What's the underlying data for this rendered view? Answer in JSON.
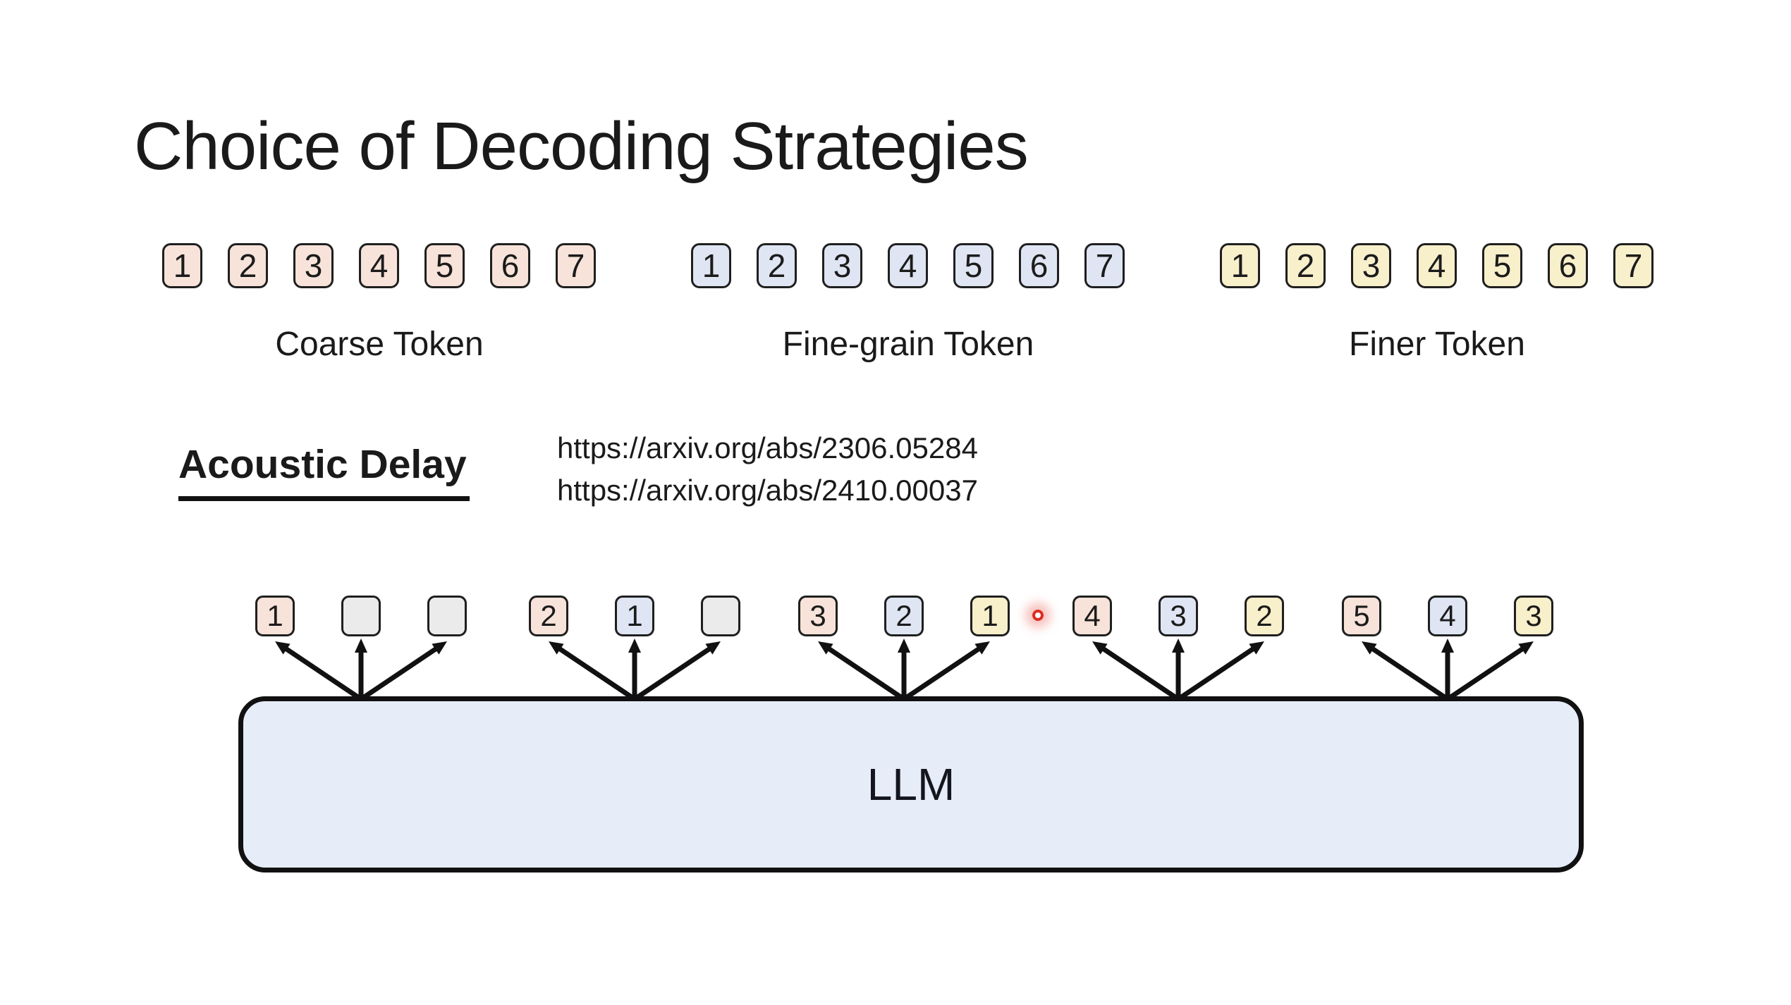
{
  "title": "Choice of Decoding Strategies",
  "token_rows": [
    {
      "label": "Coarse Token",
      "color_key": "coarse",
      "tokens": [
        "1",
        "2",
        "3",
        "4",
        "5",
        "6",
        "7"
      ]
    },
    {
      "label": "Fine-grain Token",
      "color_key": "fine",
      "tokens": [
        "1",
        "2",
        "3",
        "4",
        "5",
        "6",
        "7"
      ]
    },
    {
      "label": "Finer Token",
      "color_key": "finer",
      "tokens": [
        "1",
        "2",
        "3",
        "4",
        "5",
        "6",
        "7"
      ]
    }
  ],
  "acoustic": {
    "heading": "Acoustic Delay",
    "urls": [
      "https://arxiv.org/abs/2306.05284",
      "https://arxiv.org/abs/2410.00037"
    ]
  },
  "diagram": {
    "llm_label": "LLM",
    "groups": [
      {
        "tokens": [
          {
            "value": "1",
            "type": "coarse"
          },
          {
            "value": "",
            "type": "empty"
          },
          {
            "value": "",
            "type": "empty"
          }
        ]
      },
      {
        "tokens": [
          {
            "value": "2",
            "type": "coarse"
          },
          {
            "value": "1",
            "type": "fine"
          },
          {
            "value": "",
            "type": "empty"
          }
        ]
      },
      {
        "tokens": [
          {
            "value": "3",
            "type": "coarse"
          },
          {
            "value": "2",
            "type": "fine"
          },
          {
            "value": "1",
            "type": "finer"
          }
        ]
      },
      {
        "tokens": [
          {
            "value": "4",
            "type": "coarse"
          },
          {
            "value": "3",
            "type": "fine"
          },
          {
            "value": "2",
            "type": "finer"
          }
        ]
      },
      {
        "tokens": [
          {
            "value": "5",
            "type": "coarse"
          },
          {
            "value": "4",
            "type": "fine"
          },
          {
            "value": "3",
            "type": "finer"
          }
        ]
      }
    ],
    "laser_pointer": {
      "visible": true,
      "location": "between third and fourth output groups"
    }
  },
  "colors": {
    "background": "#FFFFFF",
    "text": "#1A1A1A",
    "coarse": "#F7E3D9",
    "fine": "#DFE5F3",
    "finer": "#F8EFCB",
    "empty": "#ECEBEB",
    "token_border": "#1F1F1F",
    "llm_fill": "#E7ECF9",
    "llm_border": "#111111",
    "arrow": "#111111",
    "laser": "#DD2B20"
  }
}
